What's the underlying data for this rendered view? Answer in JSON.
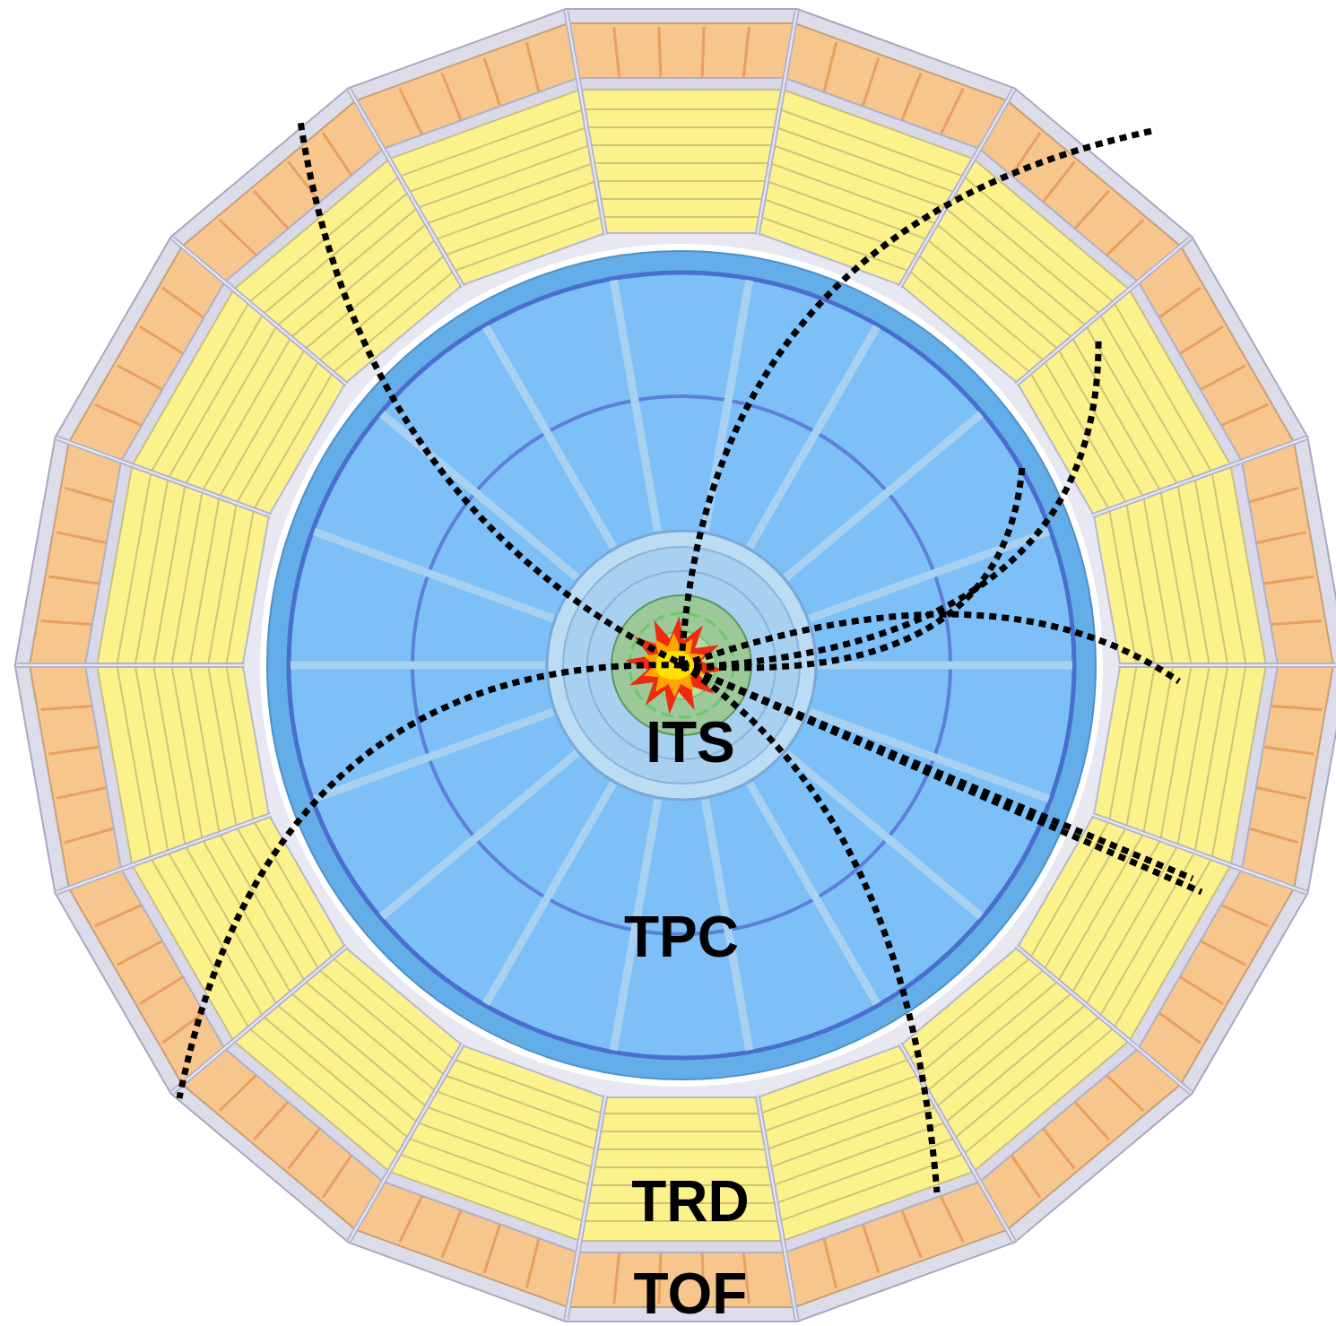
{
  "diagram": {
    "labels": [
      "ITS",
      "TPC",
      "TRD",
      "TOF"
    ]
  }
}
